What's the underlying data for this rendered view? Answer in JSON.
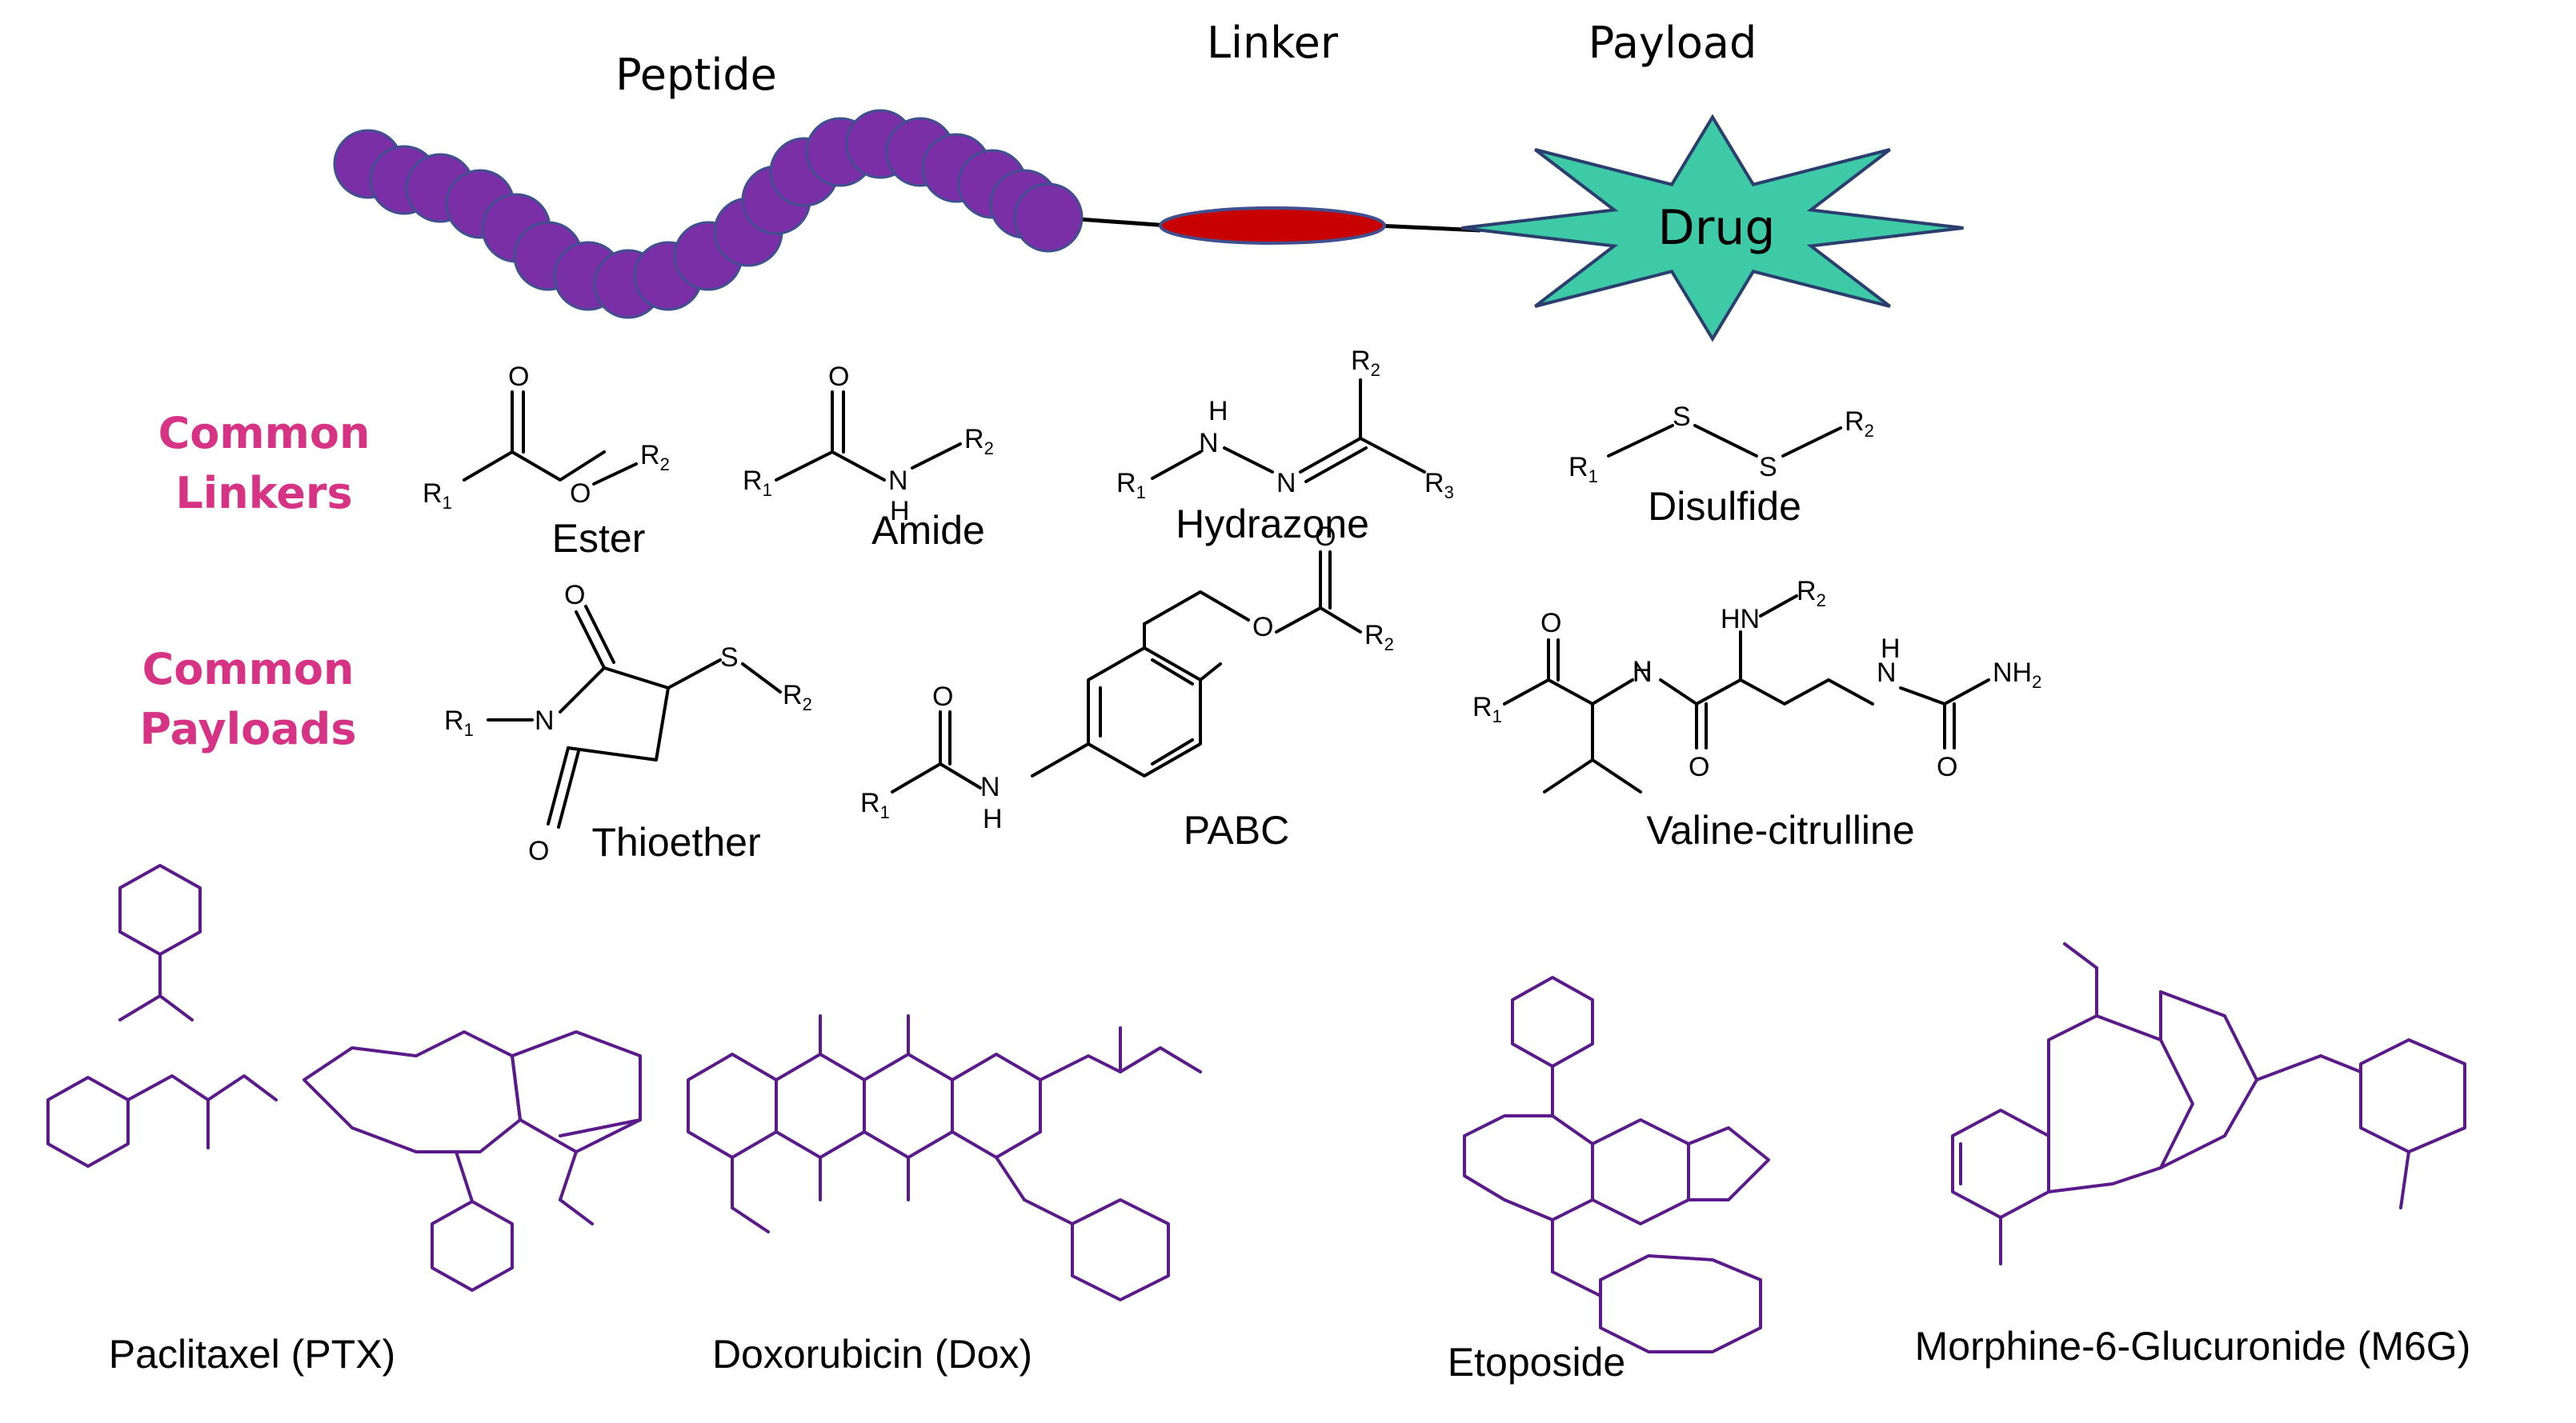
{
  "top": {
    "peptide": "Peptide",
    "linker": "Linker",
    "payload": "Payload",
    "drug": "Drug"
  },
  "rows": {
    "row1": "Common\nLinkers",
    "row1_a": "Common",
    "row1_b": "Linkers",
    "row2_a": "Common",
    "row2_b": "Payloads"
  },
  "linkers": {
    "ester": "Ester",
    "amide": "Amide",
    "hydrazone": "Hydrazone",
    "disulfide": "Disulfide",
    "thioether": "Thioether",
    "pabc": "PABC",
    "valcit": "Valine-citrulline"
  },
  "drugs": {
    "ptx": "Paclitaxel (PTX)",
    "dox": "Doxorubicin (Dox)",
    "etoposide": "Etoposide",
    "m6g": "Morphine-6-Glucuronide (M6G)"
  },
  "colors": {
    "bead": "#7a2fa6",
    "bead_stroke": "#3f4f8f",
    "linker": "#c80000",
    "drug_star": "#3ec9a7",
    "pink": "#d63384",
    "structure": "#5a1a8a"
  }
}
